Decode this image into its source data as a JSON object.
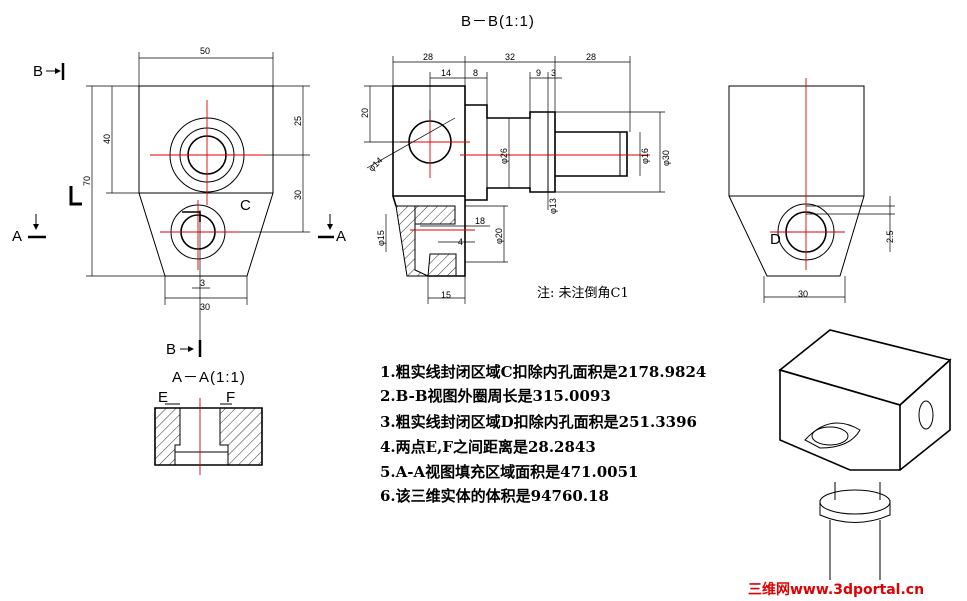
{
  "section_bb_title": "B－B(1:1)",
  "section_aa_title": "A－A(1:1)",
  "labels": {
    "section_b_top": "B",
    "section_b_bottom": "B",
    "section_a_left": "A",
    "section_a_right": "A",
    "region_c": "C",
    "region_d": "D",
    "point_e": "E",
    "point_f": "F"
  },
  "front_view_dims": {
    "width": "50",
    "height_total": "70",
    "height_upper": "40",
    "right_upper": "25",
    "right_lower": "30",
    "bottom_width": "30",
    "bottom_small": "3"
  },
  "section_view_dims": {
    "d28_left": "28",
    "d14": "14",
    "d8": "8",
    "d32": "32",
    "d9": "9",
    "d3": "3",
    "d28_right": "28",
    "d20": "20",
    "phi14": "φ14",
    "phi26": "φ26",
    "phi16": "φ16",
    "phi30": "φ30",
    "phi13": "φ13",
    "phi15": "φ15",
    "phi20": "φ20",
    "d18": "18",
    "d4": "4",
    "d15": "15"
  },
  "side_view_dims": {
    "width": "30",
    "offset": "2.5"
  },
  "note": "注: 未注倒角C1",
  "questions": [
    "1.粗实线封闭区域C扣除内孔面积是2178.9824",
    "2.B-B视图外圈周长是315.0093",
    "3.粗实线封闭区域D扣除内孔面积是251.3396",
    "4.两点E,F之间距离是28.2843",
    "5.A-A视图填充区域面积是471.0051",
    "6.该三维实体的体积是94760.18"
  ],
  "watermark": "三维网www.3dportal.cn"
}
